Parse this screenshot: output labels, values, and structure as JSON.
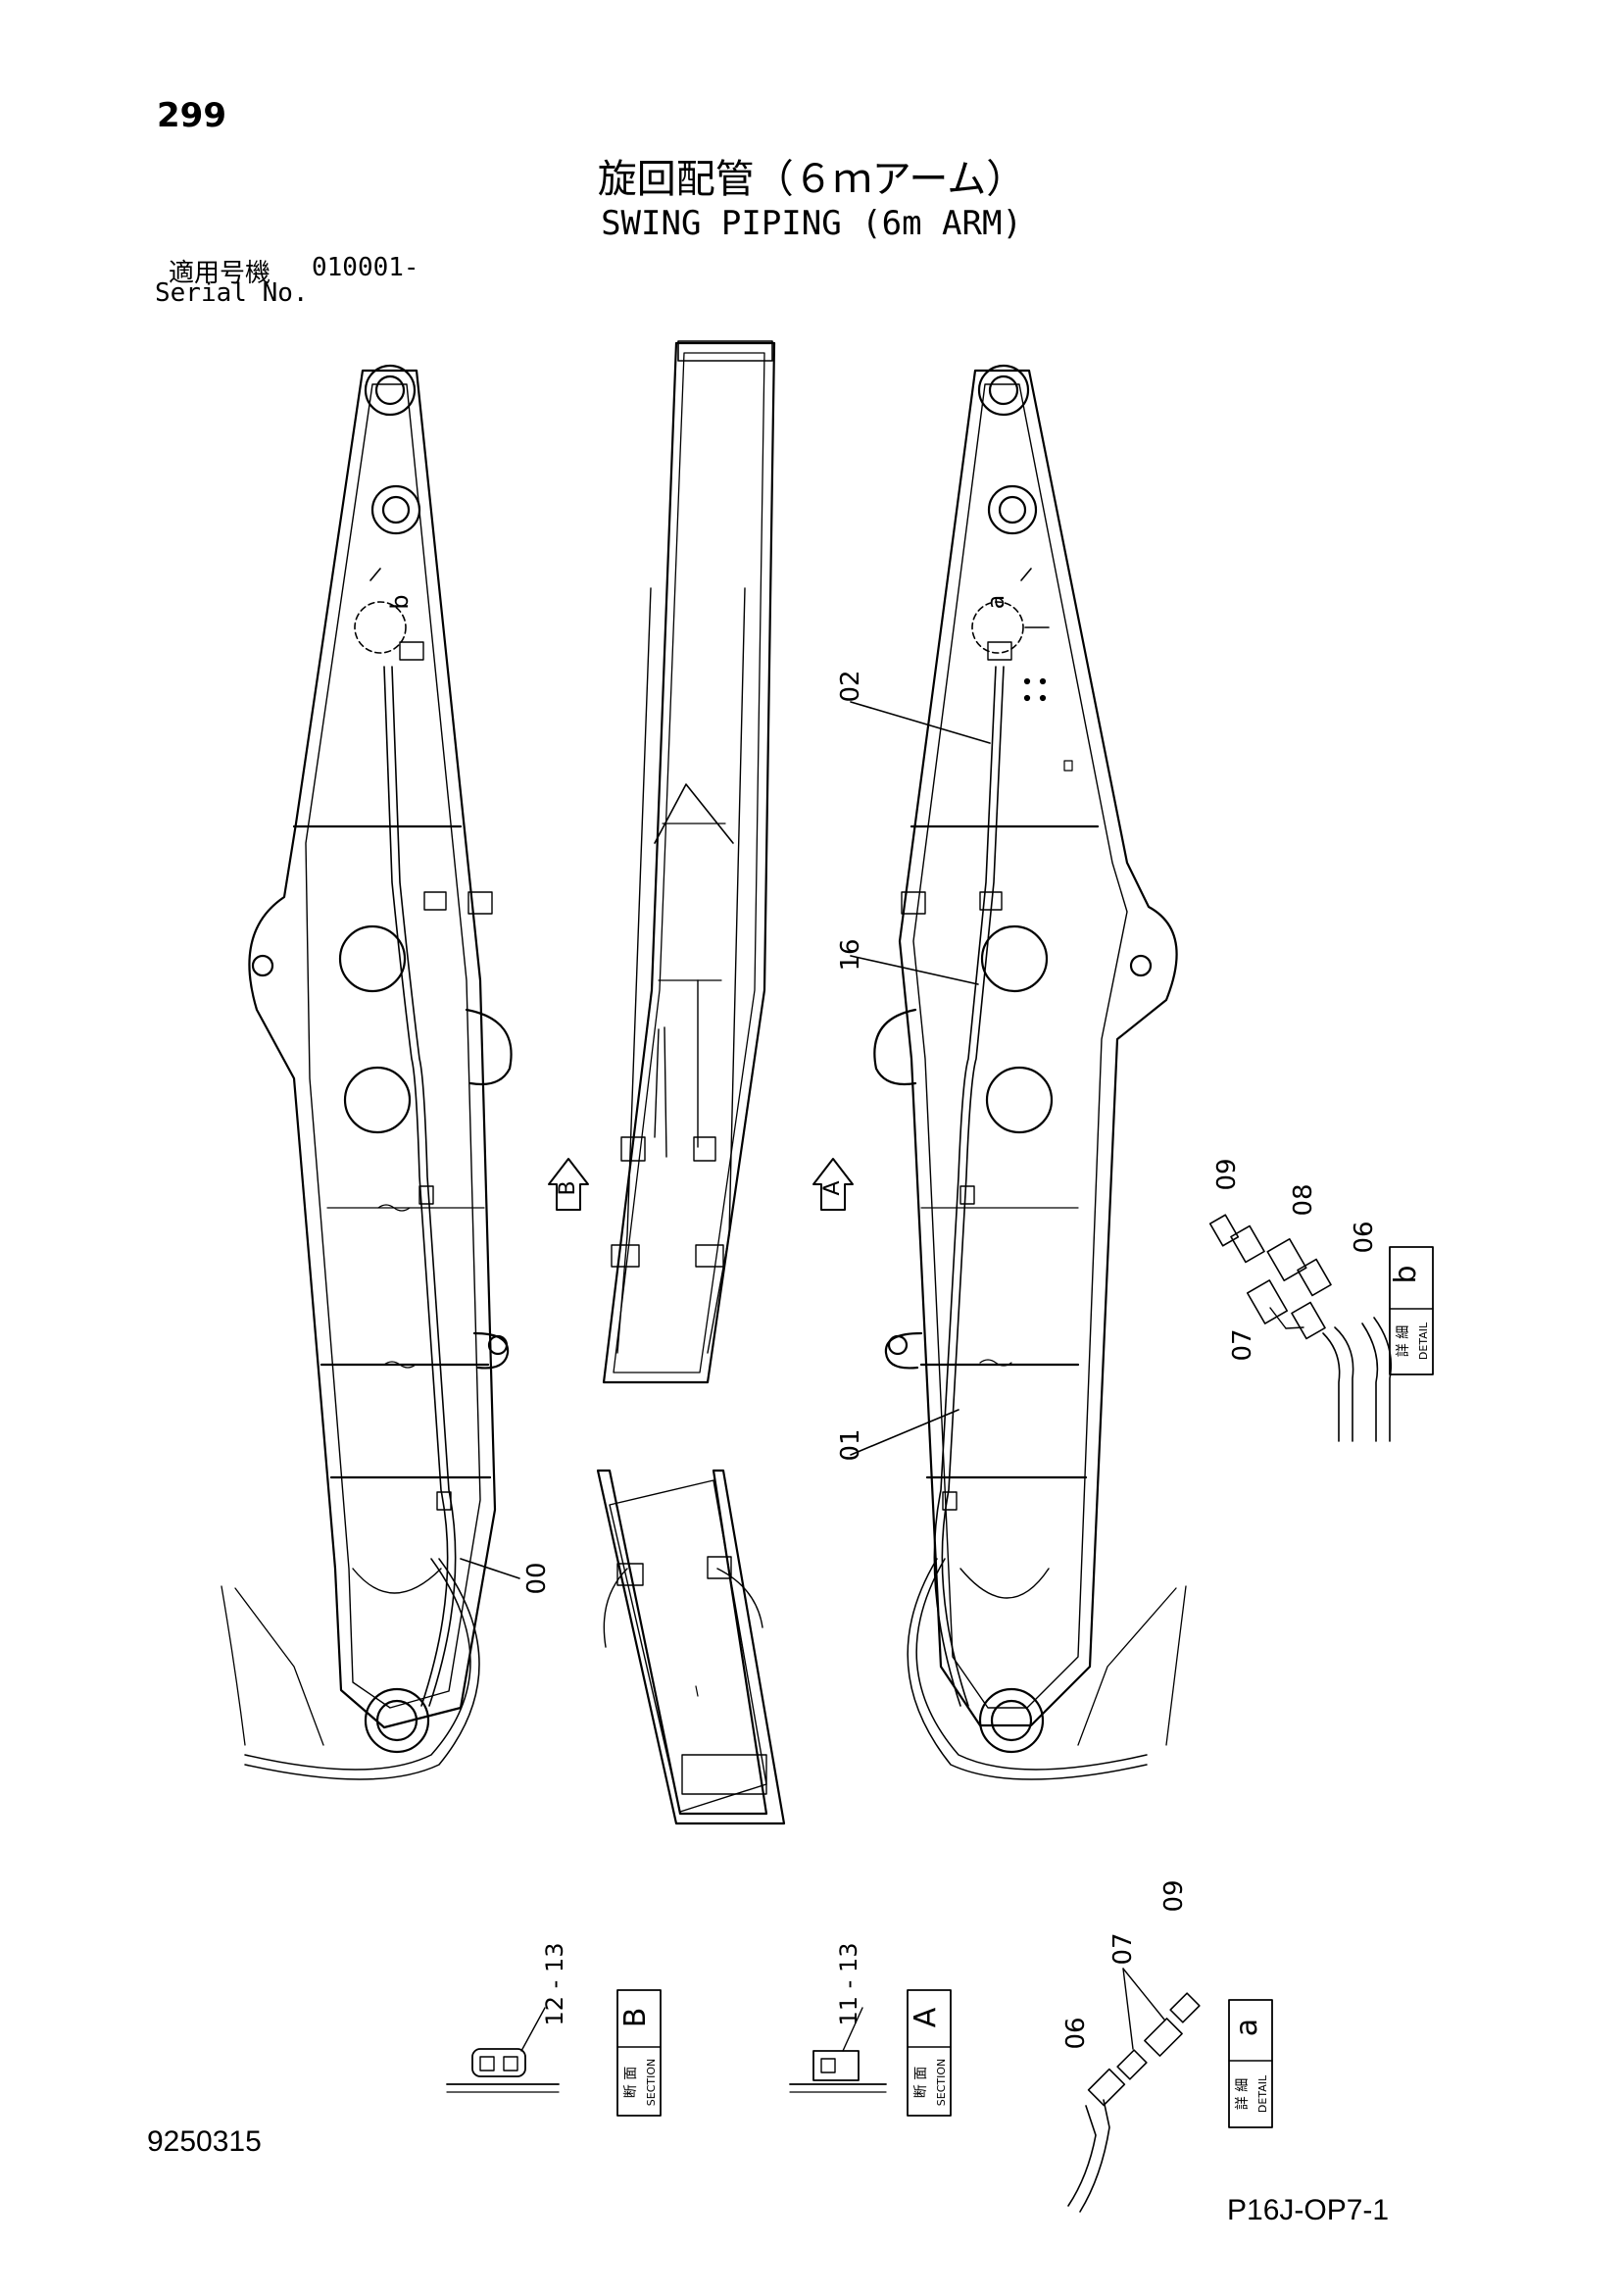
{
  "header": {
    "page_number": "299",
    "title_jp": "旋回配管（６ｍアーム）",
    "title_en": "SWING PIPING (6m ARM)",
    "serial_label_jp": "適用号機",
    "serial_value": "010001-",
    "serial_label_en": "Serial No."
  },
  "callouts": {
    "c00": "00",
    "c01": "01",
    "c02": "02",
    "c16": "16",
    "b_09": "09",
    "b_08": "08",
    "b_06": "06",
    "b_07": "07",
    "a_06": "06",
    "a_07": "07",
    "a_09": "09",
    "secB_parts": "12 - 13",
    "secA_parts": "11 - 13"
  },
  "view_markers": {
    "arrow_b": "B",
    "arrow_a": "A",
    "detail_b_circle": "b",
    "detail_a_circle": "a"
  },
  "labels": {
    "detail_b": {
      "jp": "詳 細",
      "en": "DETAIL",
      "letter": "b"
    },
    "detail_a": {
      "jp": "詳 細",
      "en": "DETAIL",
      "letter": "a"
    },
    "section_b": {
      "jp": "断 面",
      "en": "SECTION",
      "letter": "B"
    },
    "section_a": {
      "jp": "断 面",
      "en": "SECTION",
      "letter": "A"
    }
  },
  "footer": {
    "doc_number": "9250315",
    "page_code": "P16J-OP7-1"
  }
}
